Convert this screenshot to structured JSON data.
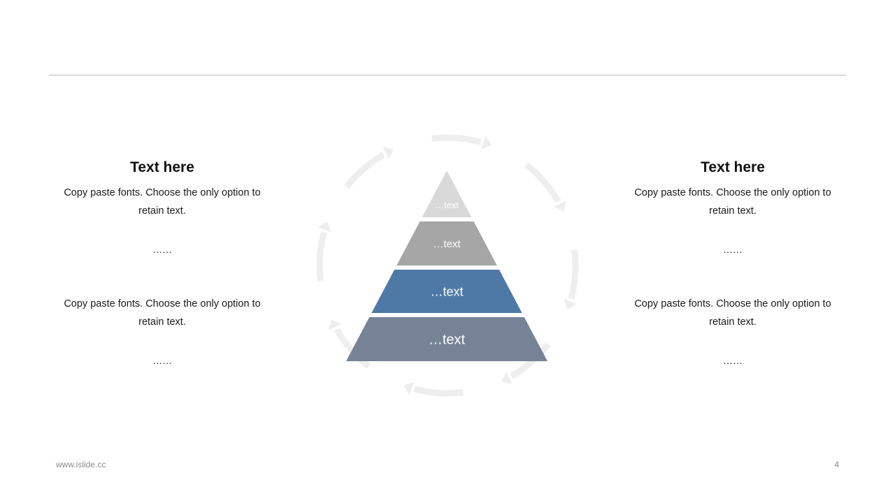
{
  "left": {
    "title": "Text here",
    "blocks": [
      {
        "text": "Copy paste fonts. Choose the only option to retain text.",
        "ellipsis": "……"
      },
      {
        "text": "Copy paste fonts. Choose the only option to retain text.",
        "ellipsis": "……"
      }
    ]
  },
  "right": {
    "title": "Text here",
    "blocks": [
      {
        "text": "Copy paste fonts. Choose the only option to retain text.",
        "ellipsis": "……"
      },
      {
        "text": "Copy paste fonts. Choose the only option to retain text.",
        "ellipsis": "……"
      }
    ]
  },
  "pyramid": {
    "levels": [
      {
        "label": "…text",
        "color": "#d9d9d9",
        "text_color": "#ffffff"
      },
      {
        "label": "…text",
        "color": "#a6a6a6",
        "text_color": "#ffffff"
      },
      {
        "label": "…text",
        "color": "#4e79a7",
        "text_color": "#ffffff"
      },
      {
        "label": "…text",
        "color": "#768396",
        "text_color": "#ffffff"
      }
    ],
    "cycle_arrow_color": "#eeeeee",
    "cycle_arrow_count": 8
  },
  "footer": {
    "url": "www.islide.cc",
    "page": "4"
  }
}
